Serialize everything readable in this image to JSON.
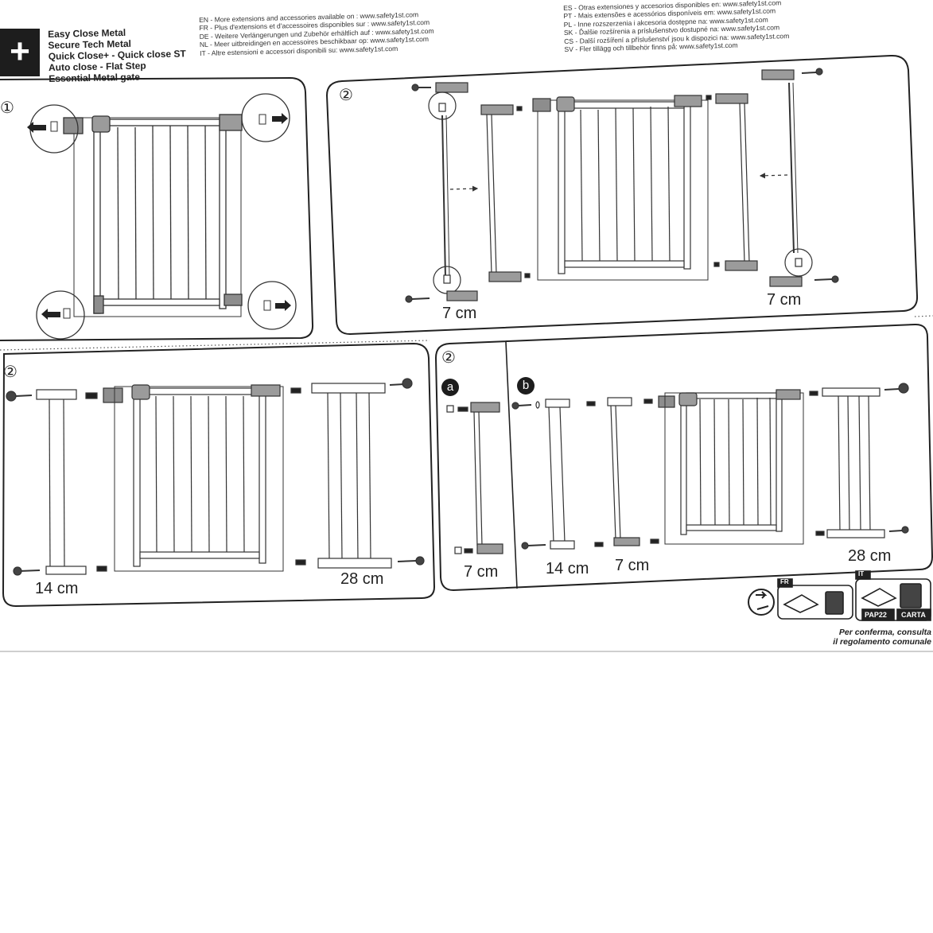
{
  "header": {
    "plus_symbol": "+",
    "products": [
      "Easy Close Metal",
      "Secure Tech Metal",
      "Quick Close+  -  Quick close ST",
      "Auto close - Flat Step",
      "Essential Metal gate"
    ],
    "languages_left": [
      "EN - More extensions and accessories available on : www.safety1st.com",
      "FR - Plus d'extensions et d'accessoires disponibles sur : www.safety1st.com",
      "DE - Weitere Verlängerungen und Zubehör erhältlich auf : www.safety1st.com",
      "NL - Meer uitbreidingen en accessoires beschikbaar op: www.safety1st.com",
      "IT - Altre estensioni e accessori disponibili su: www.safety1st.com"
    ],
    "languages_right": [
      "ES - Otras extensiones y accesorios disponibles en: www.safety1st.com",
      "PT - Mais extensões e acessórios disponíveis em: www.safety1st.com",
      "PL - Inne rozszerzenia i akcesoria dostępne na: www.safety1st.com",
      "SK - Ďalšie rozšírenia a príslušenstvo dostupné na: www.safety1st.com",
      "CS - Další rozšíření a příslušenství jsou k dispozici na: www.safety1st.com",
      "SV - Fler tillägg och tillbehör finns på: www.safety1st.com"
    ]
  },
  "panels": {
    "step1": {
      "number": "①"
    },
    "step2_top": {
      "number": "②",
      "left_measure": "7 cm",
      "right_measure": "7 cm"
    },
    "step2_bottom_left": {
      "number": "②",
      "left_measure": "14 cm",
      "right_measure": "28 cm"
    },
    "step2_bottom_right": {
      "number": "②",
      "option_a": {
        "badge": "a",
        "measure": "7 cm"
      },
      "option_b": {
        "badge": "b",
        "measures": [
          "14 cm",
          "7 cm",
          "28 cm"
        ]
      }
    }
  },
  "recycling": {
    "fr_tag": "FR",
    "it_tag": "IT",
    "pap_code": "PAP22",
    "material": "CARTA",
    "note_lines": [
      "Per conferma, consulta",
      "il regolamento comunale"
    ]
  }
}
